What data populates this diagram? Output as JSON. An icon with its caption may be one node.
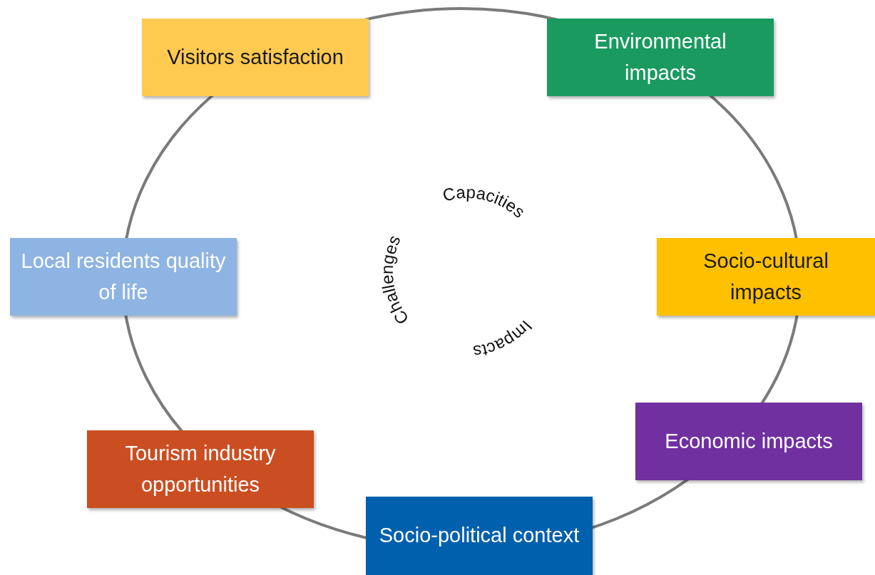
{
  "diagram": {
    "nodes": [
      {
        "text": [
          "Visitors satisfaction"
        ]
      },
      {
        "text": [
          "Environmental impacts"
        ]
      },
      {
        "text": [
          "Local residents quality of life"
        ]
      },
      {
        "text": [
          "Socio-cultural impacts"
        ]
      },
      {
        "text": [
          "Economic impacts"
        ]
      },
      {
        "text": [
          "Tourism industry opportunities"
        ]
      },
      {
        "text": [
          "Socio-political context"
        ]
      }
    ],
    "edges": [],
    "labels": [
      "Capacities",
      "Challenges",
      "Impacts"
    ]
  }
}
